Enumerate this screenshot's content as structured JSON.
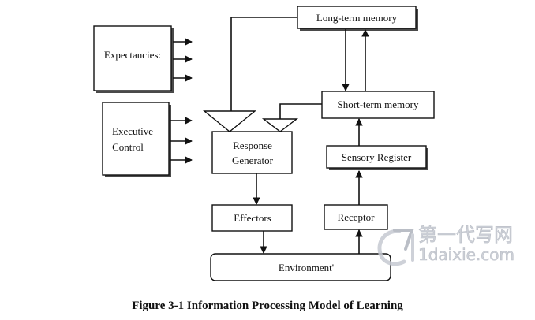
{
  "boxes": {
    "long_term_memory": "Long-term memory",
    "expectancies": "Expectancies:",
    "executive_control": [
      "Executive",
      "Control"
    ],
    "short_term_memory": "Short-term memory",
    "response_generator": [
      "Response",
      "Generator"
    ],
    "sensory_register": "Sensory Register",
    "effectors": "Effectors",
    "receptor": "Receptor",
    "environment": "Environment'"
  },
  "caption": "Figure 3-1 Information Processing Model of Learning",
  "watermark": {
    "line1": "第一代写网",
    "line2": "1daixie.com"
  },
  "colors": {
    "stroke": "#111111",
    "watermark": "#c6cad2"
  }
}
